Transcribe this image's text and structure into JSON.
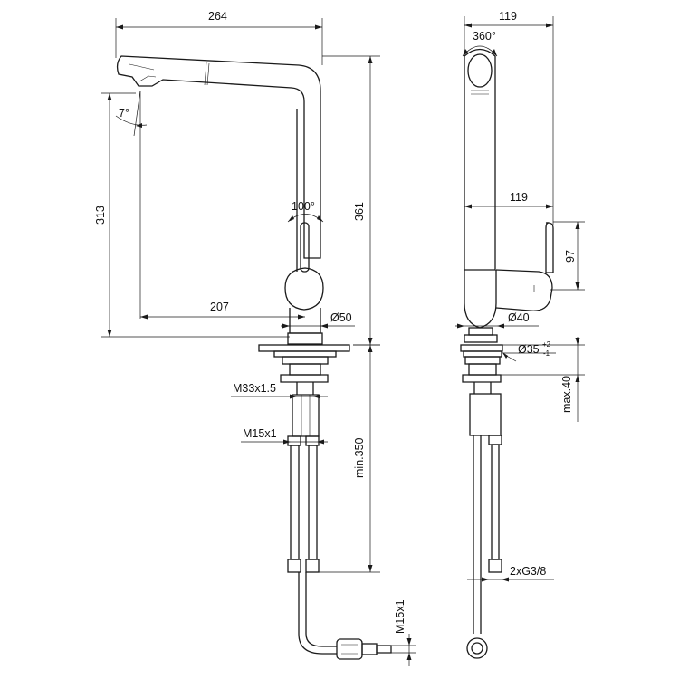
{
  "front_view": {
    "width_total": "264",
    "height_total": "361",
    "height_spout": "313",
    "reach": "207",
    "spout_angle": "7°",
    "handle_angle": "100°",
    "base_diameter": "Ø50",
    "thread_mount": "M33x1.5",
    "hose_thread": "M15x1",
    "hose_length": "min.350",
    "hose_end_thread": "M15x1"
  },
  "side_view": {
    "width_total": "119",
    "rotation": "360°",
    "handle_reach": "119",
    "handle_height": "97",
    "body_diameter": "Ø40",
    "hole_diameter": "Ø35",
    "hole_tol_upper": "+2",
    "hole_tol_lower": "-1",
    "counter_thickness": "max.40",
    "connections": "2xG3/8"
  }
}
